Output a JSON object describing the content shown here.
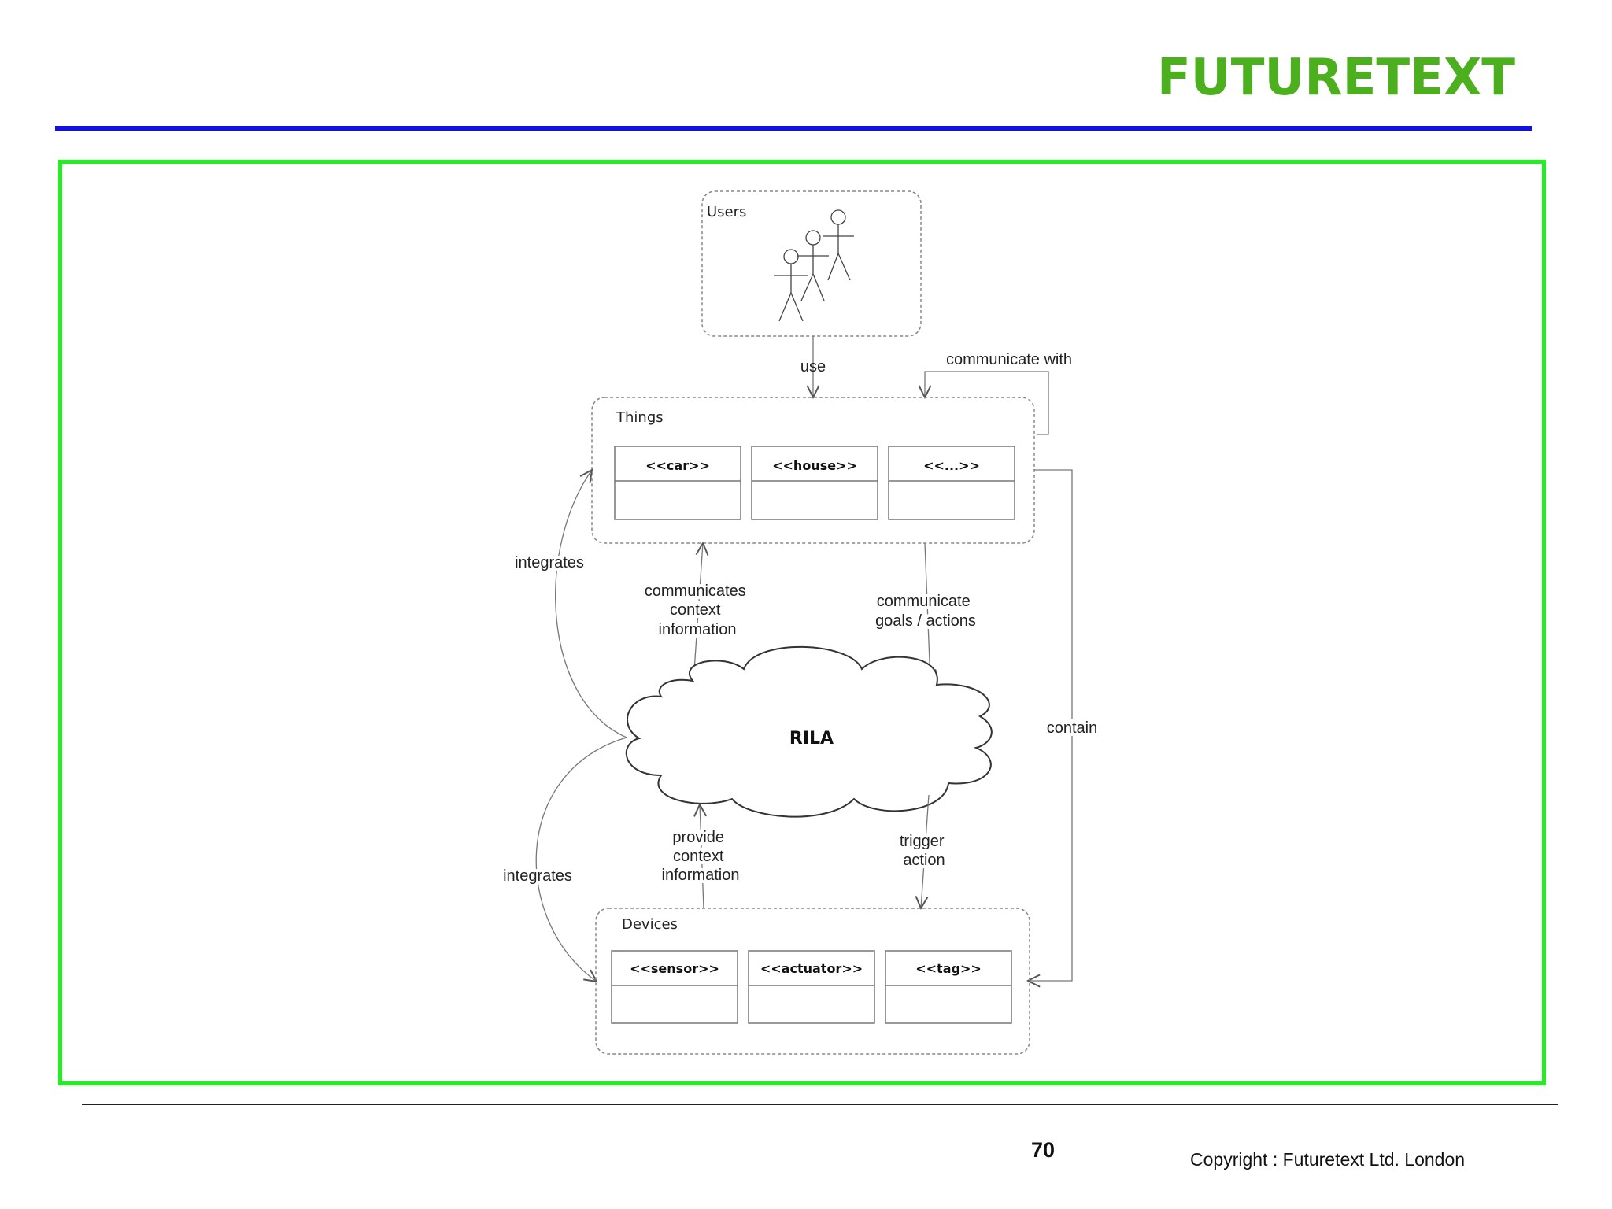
{
  "brand": {
    "logo_text": "FUTURETEXT",
    "logo_color": "#4caf1e"
  },
  "colors": {
    "top_rule": "#1111e0",
    "frame": "#22ee22"
  },
  "diagram": {
    "users": {
      "title": "Users"
    },
    "things": {
      "title": "Things",
      "classes": [
        "<<car>>",
        "<<house>>",
        "<<...>>"
      ]
    },
    "devices": {
      "title": "Devices",
      "classes": [
        "<<sensor>>",
        "<<actuator>>",
        "<<tag>>"
      ]
    },
    "rila": {
      "label": "RILA"
    },
    "edges": {
      "use": "use",
      "communicate_with": "communicate with",
      "integrates_top": "integrates",
      "integrates_bottom": "integrates",
      "communicates_context": [
        "communicates",
        "context",
        "information"
      ],
      "communicate_goals": [
        "communicate",
        "goals / actions"
      ],
      "provide_context": [
        "provide",
        "context",
        "information"
      ],
      "trigger_action": [
        "trigger",
        "action"
      ],
      "contain": "contain"
    }
  },
  "footer": {
    "page_number": "70",
    "copyright": "Copyright : Futuretext Ltd. London"
  }
}
